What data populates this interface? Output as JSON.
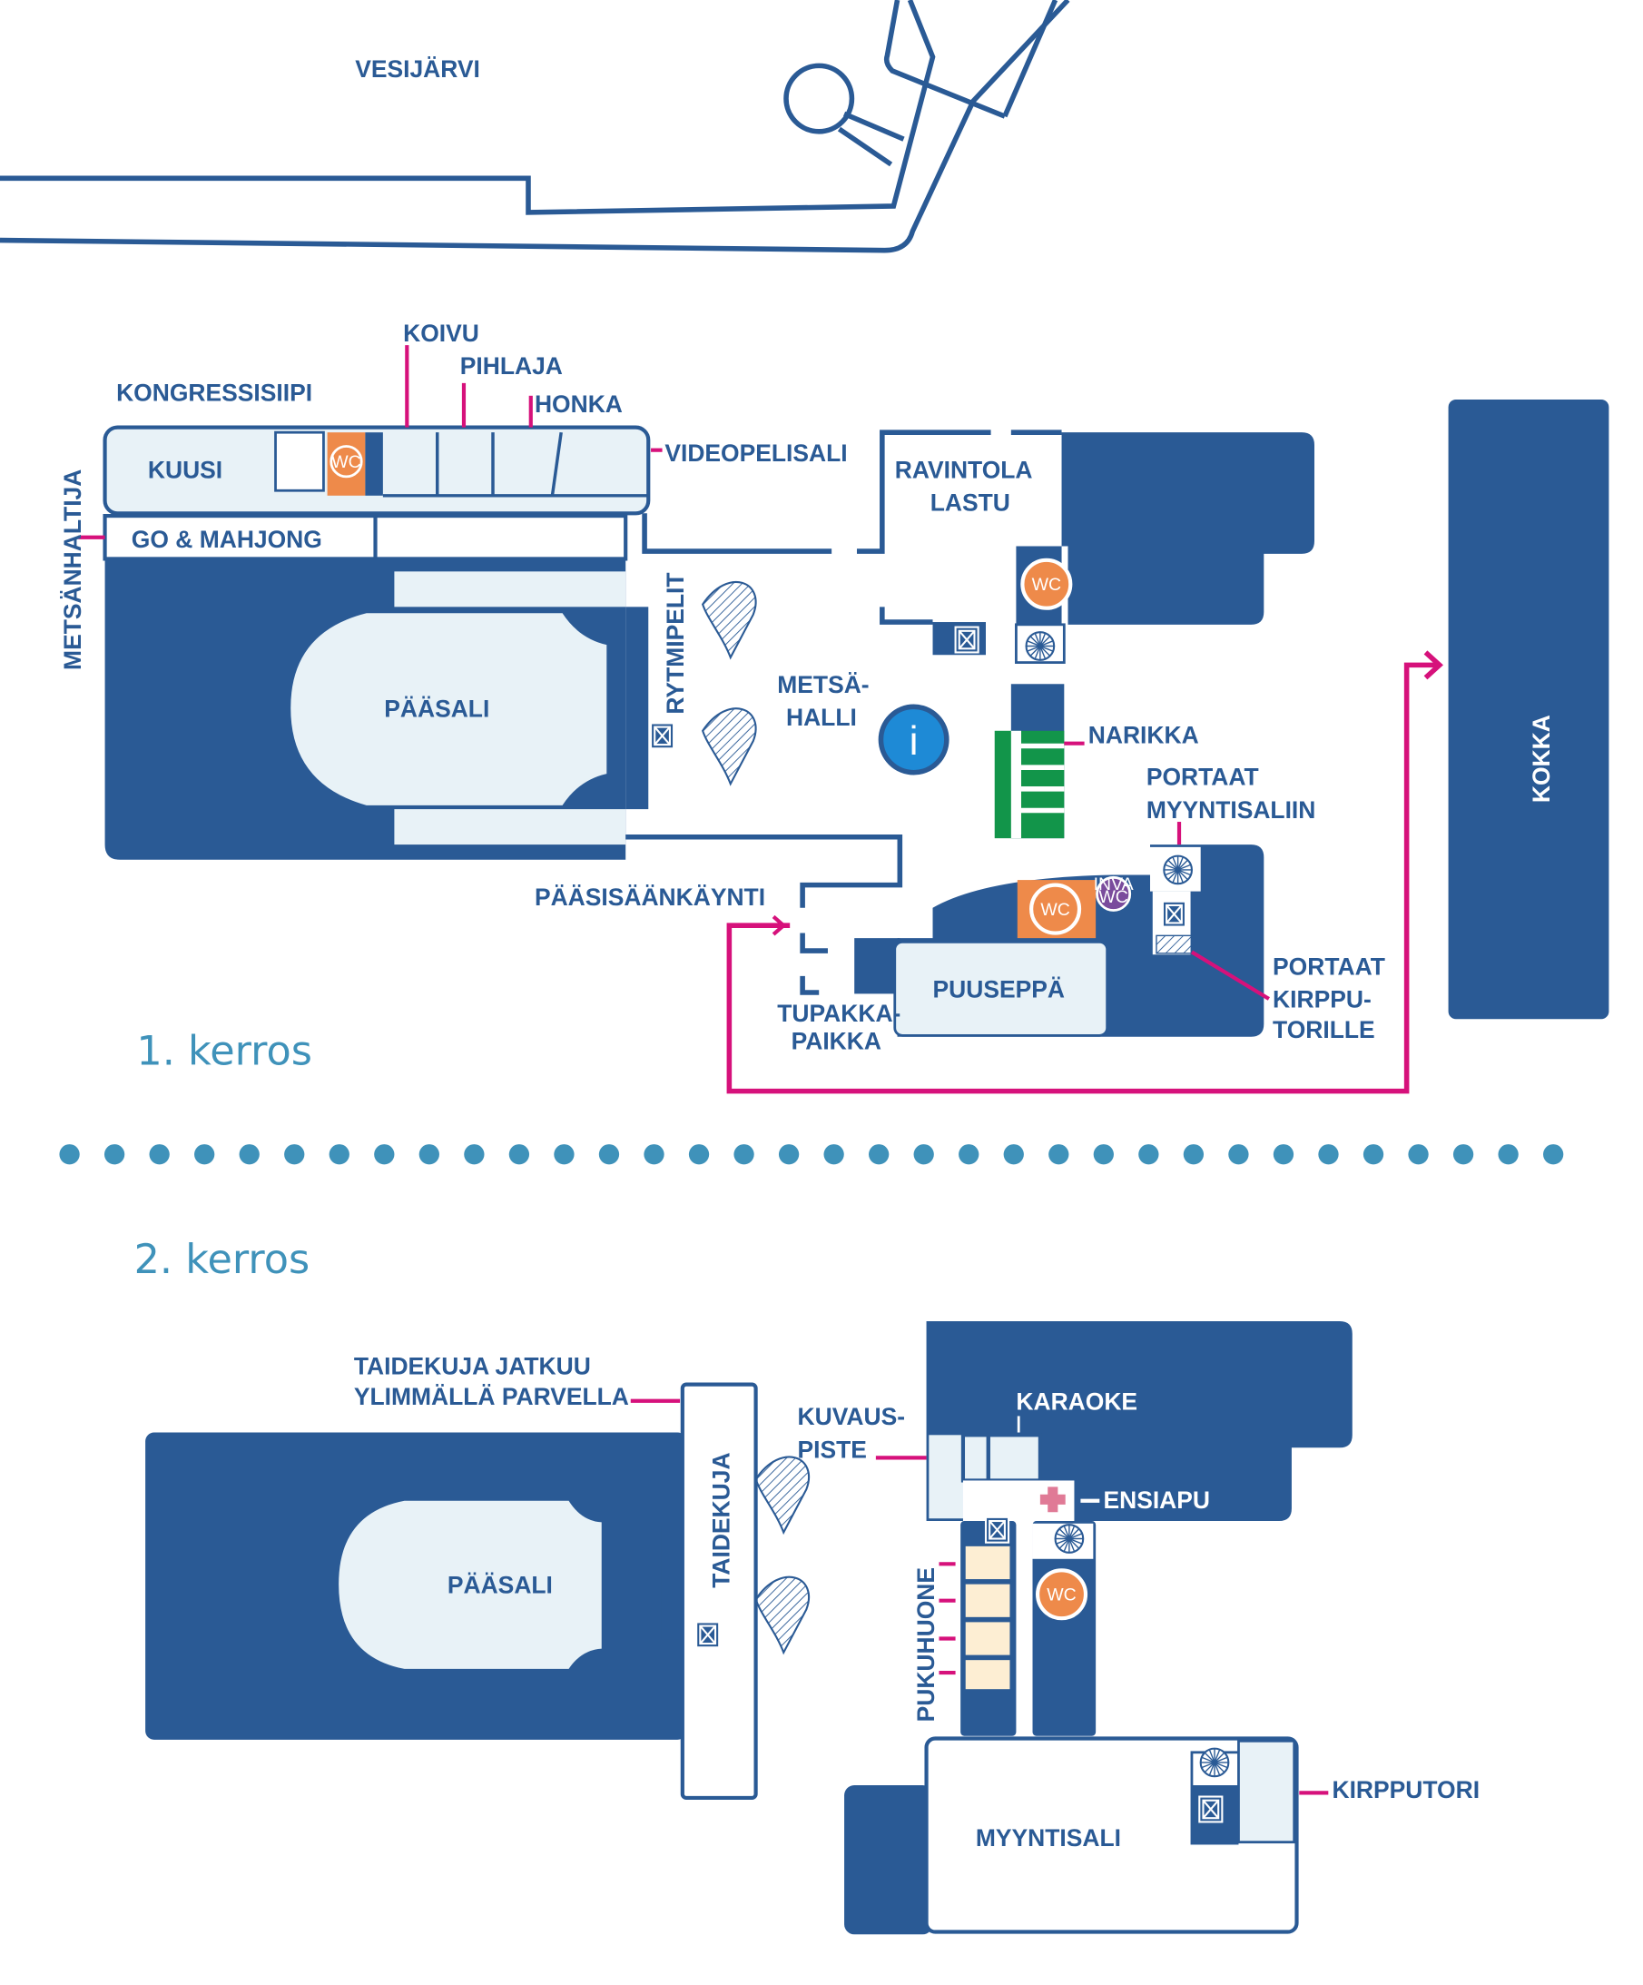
{
  "colors": {
    "building": "#2a5a95",
    "room_fill": "#e8f2f7",
    "leader": "#d6117b",
    "wc": "#ee8a4a",
    "inva_wc": "#7a4b9c",
    "info": "#1e8ad6",
    "narikka": "#12954a",
    "floor_label": "#3f92ba",
    "pukuhuone": "#fdeed3",
    "ensiapu": "#e07a96"
  },
  "outside": {
    "lake": "VESIJÄRVI",
    "kokka": "KOKKA"
  },
  "floor1": {
    "title": "1. kerros",
    "labels": {
      "kongressisiipi": "KONGRESSISIIPI",
      "koivu": "KOIVU",
      "pihlaja": "PIHLAJA",
      "honka": "HONKA",
      "videopelisali": "VIDEOPELISALI",
      "kuusi": "KUUSI",
      "go_mahjong": "GO & MAHJONG",
      "metsanhaltija": "METSÄNHALTIJA",
      "paasali": "PÄÄSALI",
      "rytmipelit": "RYTMIPELIT",
      "metsahalli_1": "METSÄ-",
      "metsahalli_2": "HALLI",
      "ravintola_1": "RAVINTOLA",
      "ravintola_2": "LASTU",
      "narikka": "NARIKKA",
      "portaat_myynti_1": "PORTAAT",
      "portaat_myynti_2": "MYYNTISALIIN",
      "paasisaankaynti": "PÄÄSISÄÄNKÄYNTI",
      "tupakka_1": "TUPAKKA-",
      "tupakka_2": "PAIKKA",
      "puuseppa": "PUUSEPPÄ",
      "portaat_kirppu_1": "PORTAAT",
      "portaat_kirppu_2": "KIRPPU-",
      "portaat_kirppu_3": "TORILLE"
    },
    "icons": {
      "wc": "WC",
      "inva_wc_1": "INVA",
      "inva_wc_2": "WC",
      "info": "i"
    }
  },
  "divider": {
    "dot_count": 34
  },
  "floor2": {
    "title": "2. kerros",
    "labels": {
      "taidekuja_jatkuu_1": "TAIDEKUJA JATKUU",
      "taidekuja_jatkuu_2": "YLIMMÄLLÄ PARVELLA",
      "taidekuja": "TAIDEKUJA",
      "paasali": "PÄÄSALI",
      "kuvauspiste_1": "KUVAUS-",
      "kuvauspiste_2": "PISTE",
      "karaoke": "KARAOKE",
      "ensiapu": "ENSIAPU",
      "pukuhuone": "PUKUHUONE",
      "myyntisali": "MYYNTISALI",
      "kirpputori": "KIRPPUTORI"
    },
    "icons": {
      "wc": "WC"
    }
  }
}
